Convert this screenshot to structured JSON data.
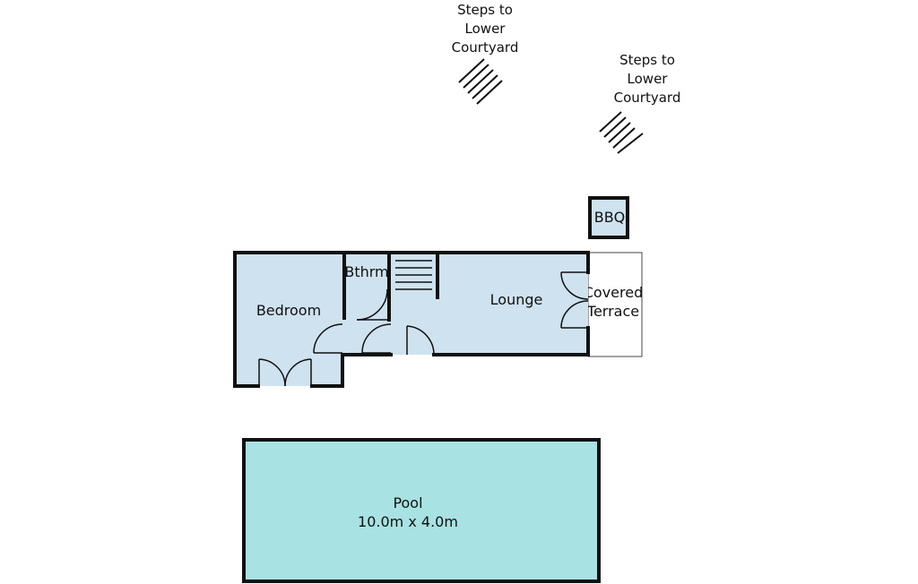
{
  "plan": {
    "colors": {
      "room_fill": "#cfe2ef",
      "pool_fill": "#a8e2e2",
      "wall": "#111111",
      "terrace_outline": "#444444"
    },
    "labels": {
      "steps_1": [
        "Steps to",
        "Lower",
        "Courtyard"
      ],
      "steps_2": [
        "Steps to",
        "Lower",
        "Courtyard"
      ],
      "bbq": "BBQ",
      "bedroom": "Bedroom",
      "bathroom": "Bthrm",
      "lounge": "Lounge",
      "terrace": [
        "Covered",
        "Terrace"
      ],
      "pool": "Pool",
      "pool_size": "10.0m x 4.0m"
    }
  }
}
